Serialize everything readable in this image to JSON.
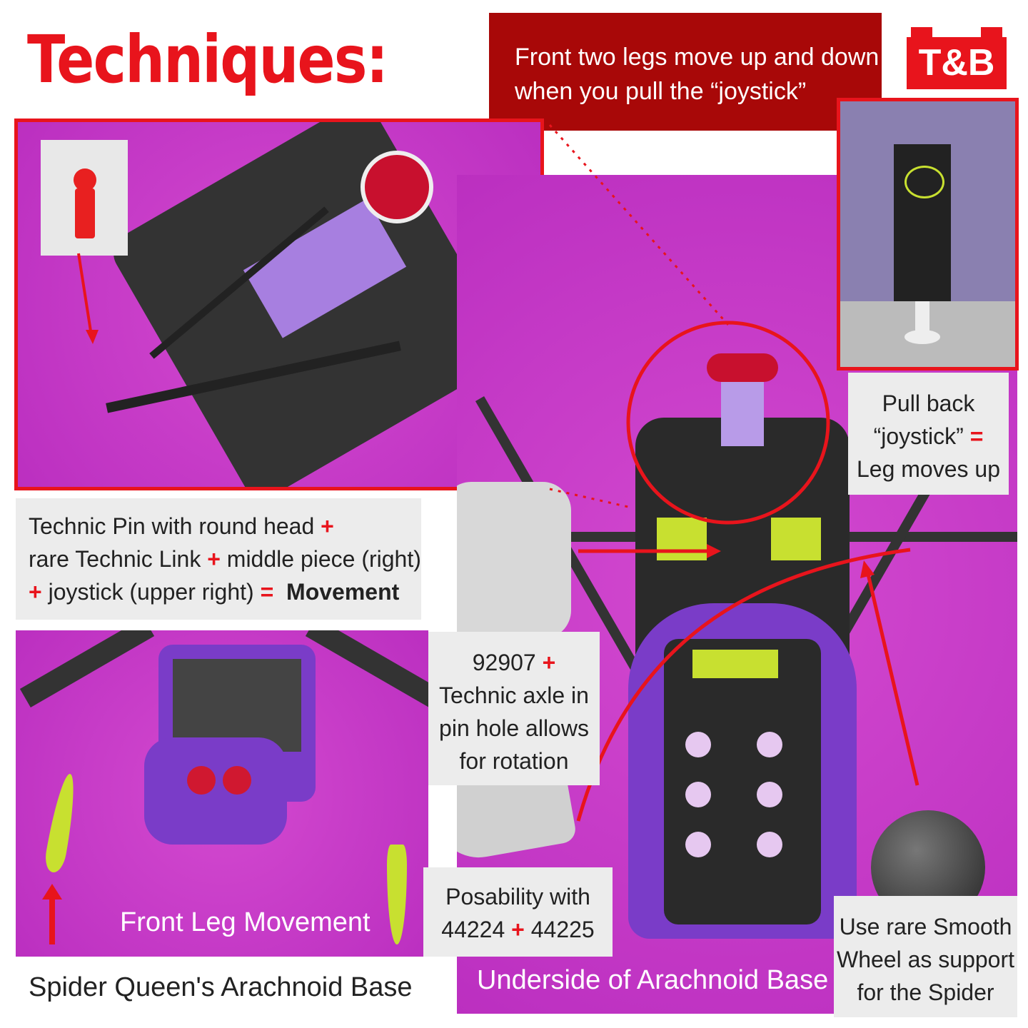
{
  "title": "Techniques:",
  "logo": "T&B",
  "top_note": {
    "line1": "Front two legs move up and down",
    "line2": "when you pull the “joystick”"
  },
  "joystick_label": {
    "line1": "Pull back",
    "line2": "“joystick”",
    "eq": "=",
    "line3": "Leg moves up"
  },
  "pin_label": {
    "l1": "Technic Pin with round head",
    "l2a": "rare Technic Link",
    "l2b": "middle piece (right)",
    "l3a": "joystick (upper right)",
    "eq": "=",
    "l3b": "Movement",
    "plus": "+"
  },
  "part_label": {
    "l1": "92907",
    "l2": "Technic axle in",
    "l3": "pin hole allows",
    "l4": "for rotation"
  },
  "posability_label": {
    "l1": "Posability with",
    "l2a": "44224",
    "l2b": "44225"
  },
  "wheel_label": {
    "l1": "Use rare Smooth",
    "l2": "Wheel as support",
    "l3": "for the Spider"
  },
  "captions": {
    "front_leg": "Front Leg Movement",
    "set_name": "Spider Queen's Arachnoid Base",
    "underside": "Underside of Arachnoid Base"
  },
  "colors": {
    "red": "#e8141c",
    "dark_red": "#a80808",
    "magenta": "#c840c8",
    "label_gray": "#ececec"
  }
}
